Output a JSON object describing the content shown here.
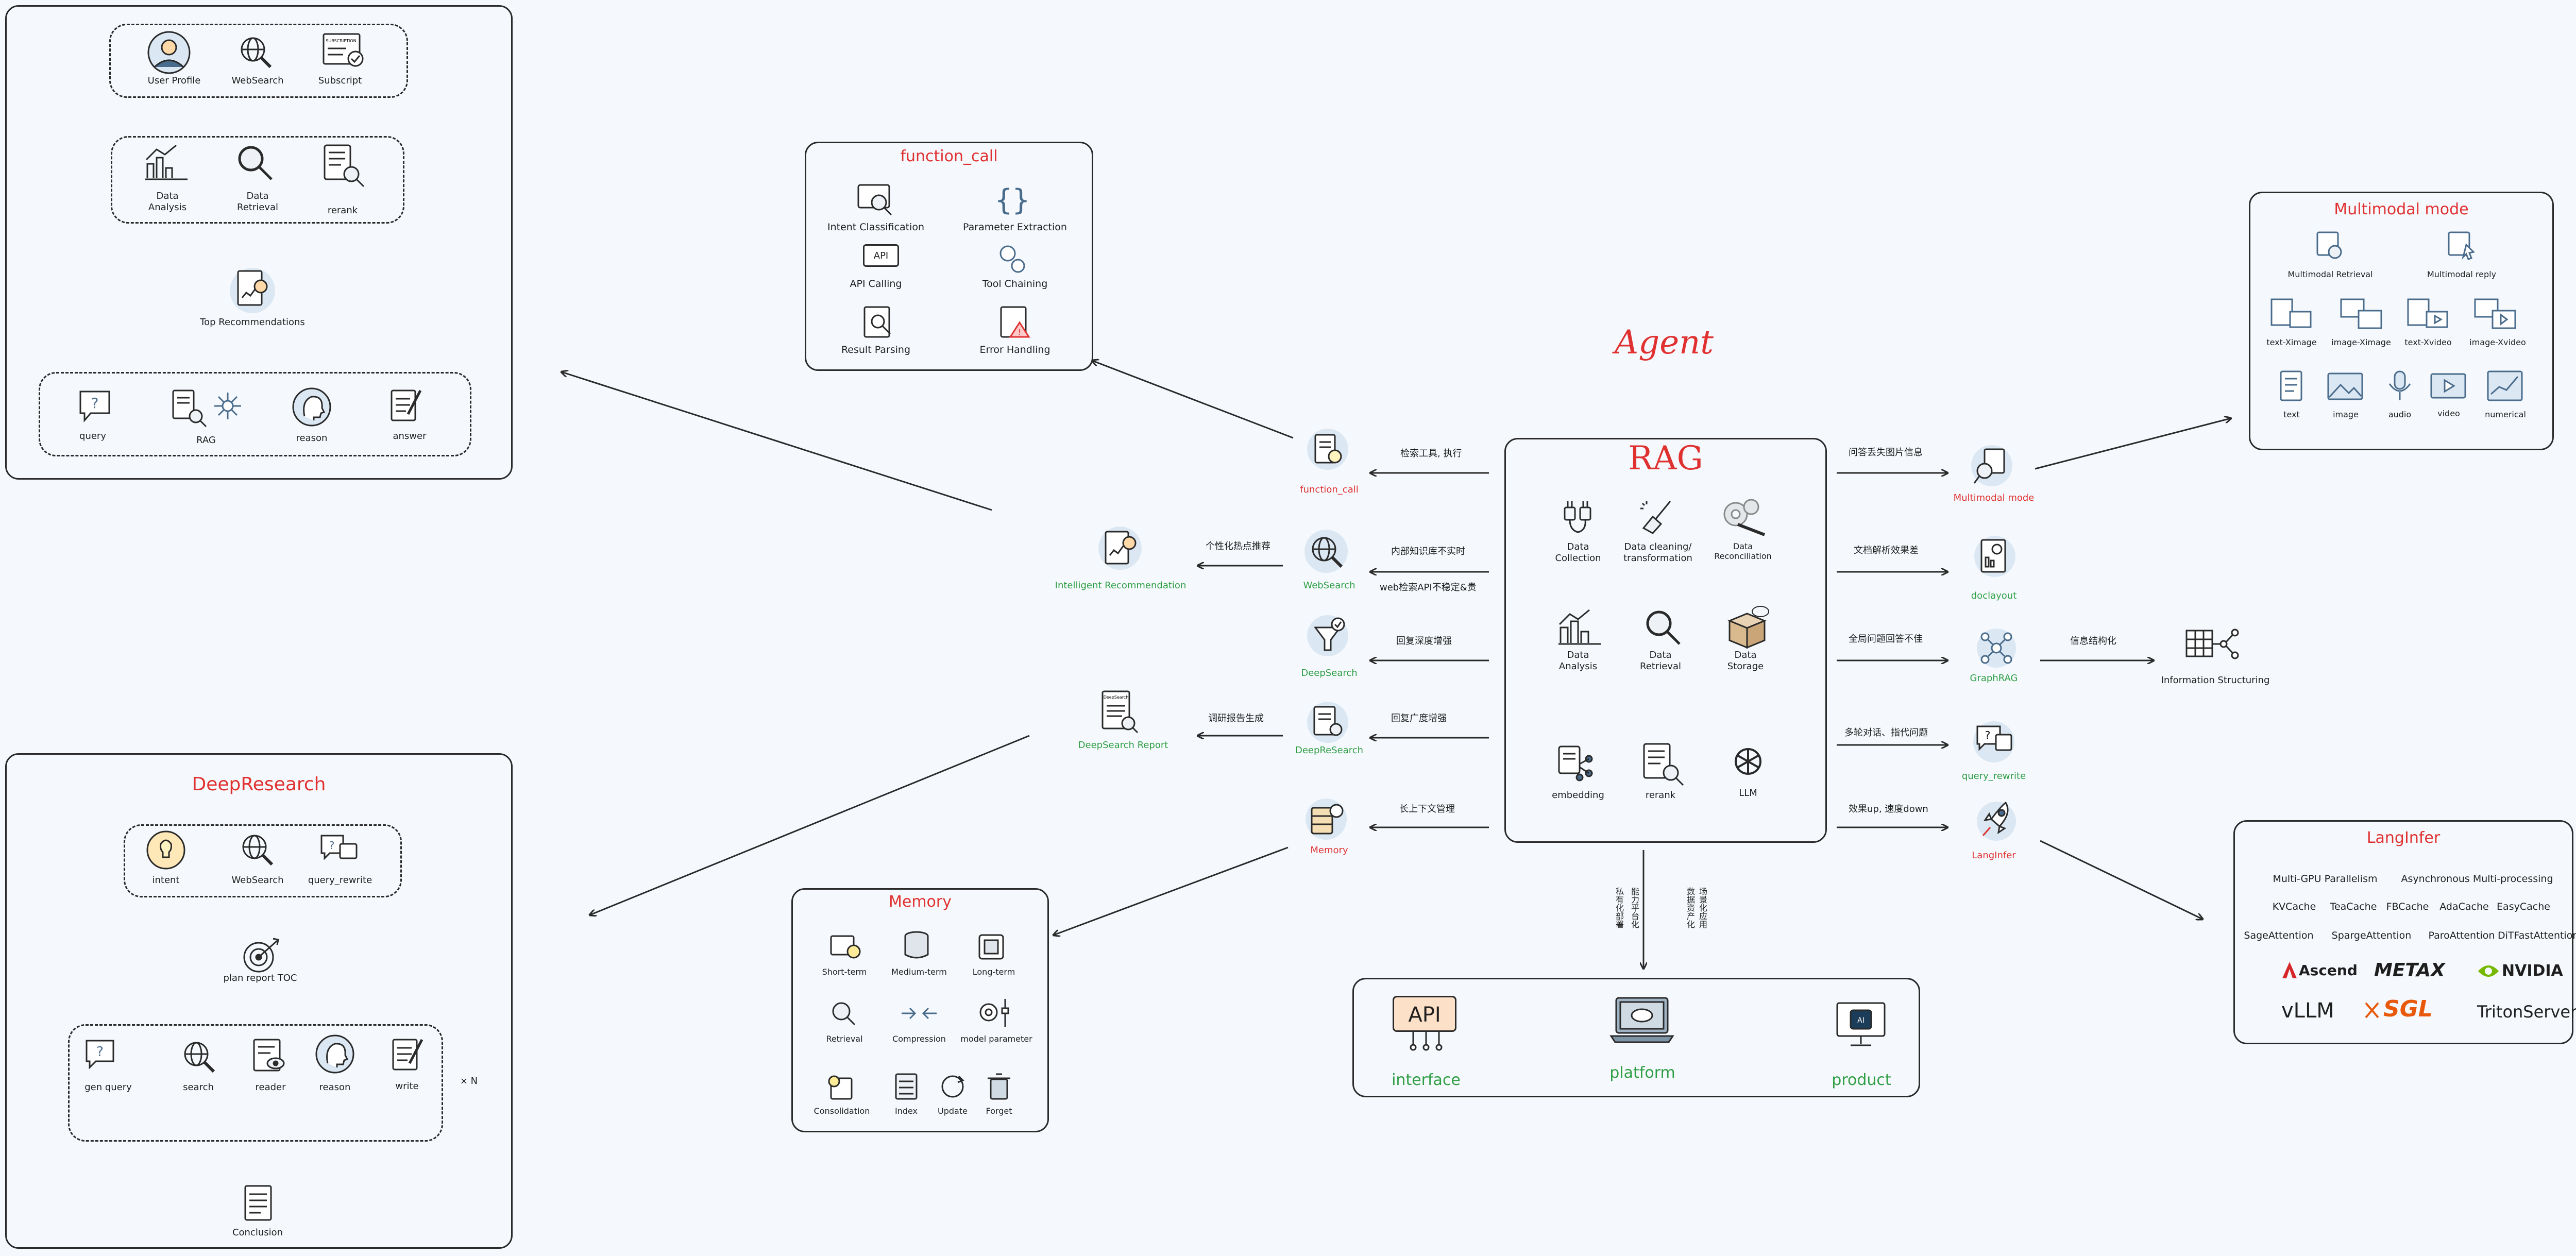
{
  "agent_title": "Agent",
  "rag": {
    "title": "RAG",
    "items": [
      "Data\nCollection",
      "Data cleaning/\ntransformation",
      "Data\nReconciliation",
      "Data\nAnalysis",
      "Data\nRetrieval",
      "Data\nStorage",
      "embedding",
      "rerank",
      "LLM"
    ]
  },
  "left_nodes": {
    "function_call": "function_call",
    "websearch": "WebSearch",
    "deepsearch": "DeepSearch",
    "deepresearch": "DeepReSearch",
    "memory": "Memory",
    "intelligent_rec": "Intelligent Recommendation",
    "deepsearch_report": "DeepSearch Report"
  },
  "left_edges": {
    "function_call": "检索工具, 执行",
    "websearch_1": "内部知识库不实时",
    "websearch_2": "web检索API不稳定&贵",
    "deepsearch": "回复深度增强",
    "deepresearch": "回复广度增强",
    "memory": "长上下文管理",
    "intelligent_rec": "个性化热点推荐",
    "deepsearch_report": "调研报告生成"
  },
  "right_nodes": {
    "multimodal": "Multimodal mode",
    "doclayout": "doclayout",
    "graphrag": "GraphRAG",
    "query_rewrite": "query_rewrite",
    "langinfer": "LangInfer",
    "info_struct": "Information Structuring"
  },
  "right_edges": {
    "multimodal": "问答丢失图片信息",
    "doclayout": "文档解析效果差",
    "graphrag": "全局问题回答不佳",
    "query_rewrite": "多轮对话、指代问题",
    "langinfer": "效果up, 速度down",
    "info_struct": "信息结构化"
  },
  "bottom_edge": {
    "line1": "私有化部署",
    "line2": "能力平台化",
    "line3": "数据资产化",
    "line4": "场景化应用"
  },
  "deploy": {
    "interface": "interface",
    "platform": "platform",
    "product": "product",
    "api_text": "API"
  },
  "function_call_panel": {
    "title": "function_call",
    "items": [
      "Intent Classification",
      "Parameter Extraction",
      "API Calling",
      "Tool Chaining",
      "Result Parsing",
      "Error Handling"
    ],
    "api_icon_text": "API"
  },
  "memory_panel": {
    "title": "Memory",
    "items": [
      "Short-term",
      "Medium-term",
      "Long-term",
      "Retrieval",
      "Compression",
      "model parameter",
      "Consolidation",
      "Index",
      "Update",
      "Forget"
    ]
  },
  "multimodal_panel": {
    "title": "Multimodal mode",
    "row1": [
      "Multimodal Retrieval",
      "Multimodal reply"
    ],
    "row2": [
      "text-Ximage",
      "image-Ximage",
      "text-Xvideo",
      "image-Xvideo"
    ],
    "row3": [
      "text",
      "image",
      "audio",
      "video",
      "numerical"
    ]
  },
  "langinfer_panel": {
    "title": "LangInfer",
    "rows": [
      [
        "Multi-GPU Parallelism",
        "Asynchronous Multi-processing"
      ],
      [
        "KVCache",
        "TeaCache",
        "FBCache",
        "AdaCache",
        "EasyCache"
      ],
      [
        "SageAttention",
        "SpargeAttention",
        "ParoAttention",
        "DiTFastAttention"
      ]
    ],
    "brands": [
      "Ascend",
      "METAX",
      "NVIDIA",
      "vLLM",
      "SGL",
      "TritonServer"
    ]
  },
  "topleft_panel": {
    "row1": [
      "User Profile",
      "WebSearch",
      "Subscript"
    ],
    "subscript_icon_text": "SUBSCRIPTION",
    "row2": [
      "Data\nAnalysis",
      "Data\nRetrieval",
      "rerank"
    ],
    "top_rec": "Top Recommendations",
    "row3": [
      "query",
      "RAG",
      "reason",
      "answer"
    ]
  },
  "deepresearch_panel": {
    "title": "DeepResearch",
    "row1": [
      "intent",
      "WebSearch",
      "query_rewrite"
    ],
    "plan": "plan report TOC",
    "row2": [
      "gen query",
      "search",
      "reader",
      "reason",
      "write"
    ],
    "loop": "× N",
    "conclusion": "Conclusion"
  },
  "report_icon_text": "DeepSearch\nReport",
  "colors": {
    "red": "#e03131",
    "green": "#2f9e44",
    "stroke": "#2a2a2a",
    "icon_blue": "#4a6c8c",
    "bg": "#f5f9fd"
  }
}
